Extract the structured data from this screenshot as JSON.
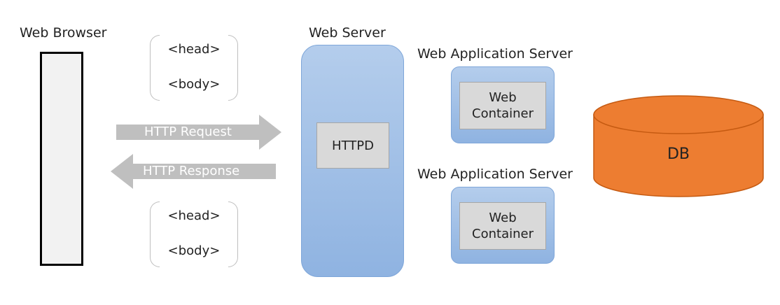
{
  "diagram": {
    "browser": {
      "label": "Web Browser"
    },
    "html_top": {
      "head": "<head>",
      "body": "<body>"
    },
    "html_bottom": {
      "head": "<head>",
      "body": "<body>"
    },
    "arrows": {
      "request": "HTTP Request",
      "response": "HTTP Response"
    },
    "web_server": {
      "label": "Web Server",
      "inner": "HTTPD"
    },
    "was_top": {
      "label": "Web Application Server",
      "container_line1": "Web",
      "container_line2": "Container"
    },
    "was_bottom": {
      "label": "Web Application Server",
      "container_line1": "Web",
      "container_line2": "Container"
    },
    "database": {
      "label": "DB"
    },
    "colors": {
      "server_fill": "#9dbde5",
      "server_border": "#7ea6d9",
      "arrow_gray": "#bfbfbf",
      "db_orange": "#ed7d31",
      "db_border": "#c55a11",
      "box_gray": "#d9d9d9"
    }
  }
}
